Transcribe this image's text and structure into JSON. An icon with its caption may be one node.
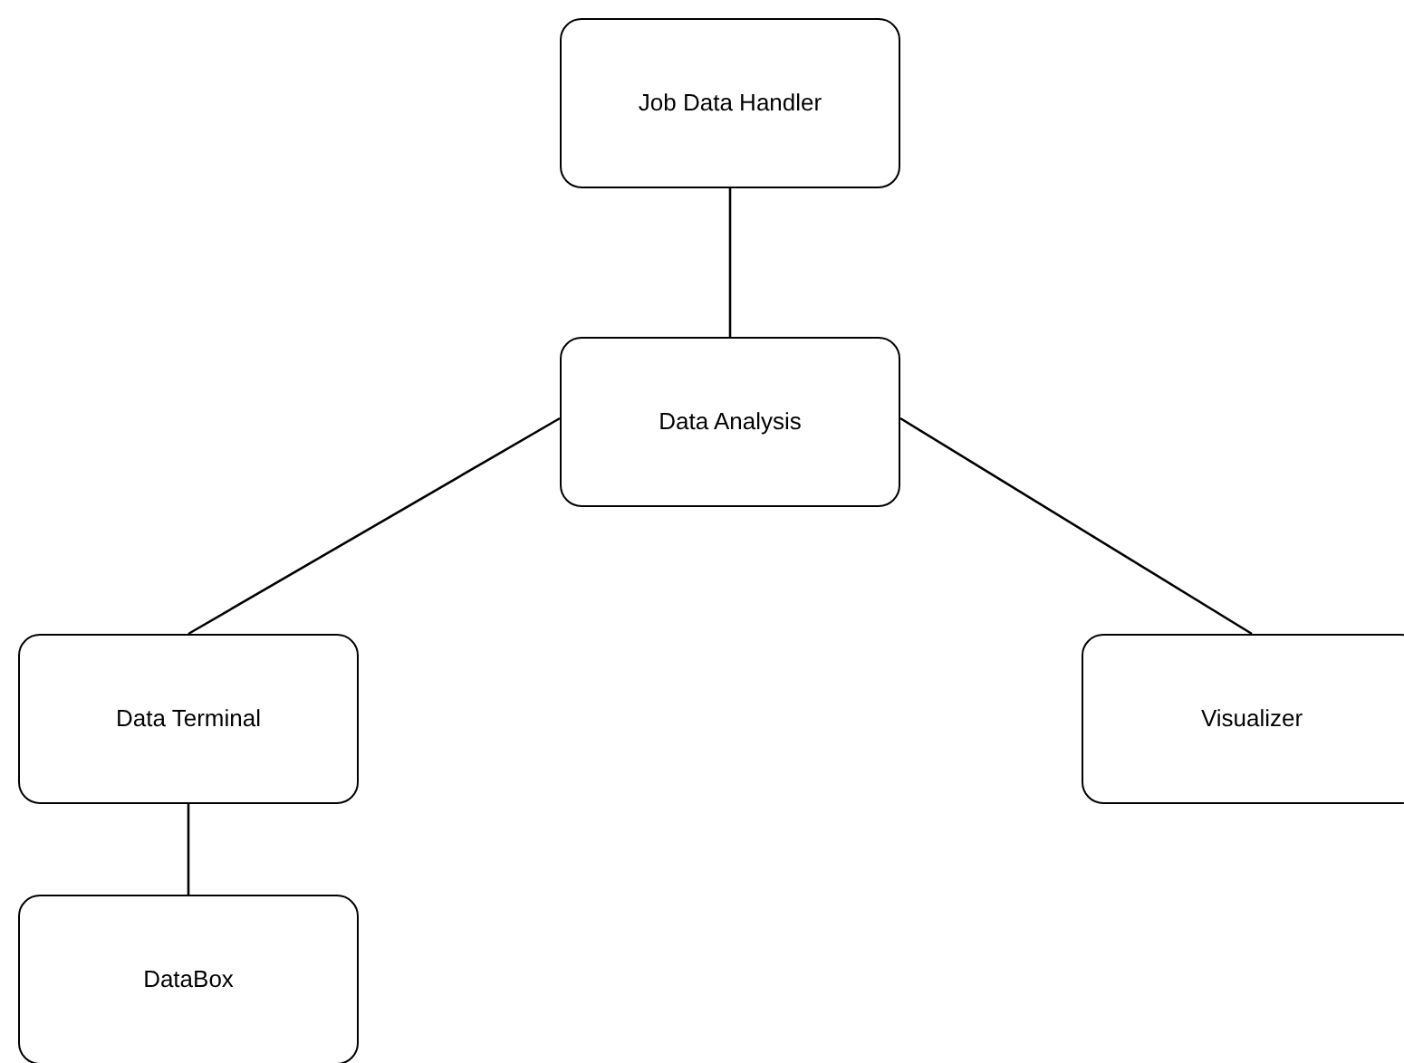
{
  "diagram": {
    "nodes": [
      {
        "text": [
          "Job Data Handler"
        ]
      },
      {
        "text": [
          "Data Analysis"
        ]
      },
      {
        "text": [
          "Data Terminal"
        ]
      },
      {
        "text": [
          "Visualizer"
        ]
      },
      {
        "text": [
          "DataBox"
        ]
      }
    ],
    "edges": [
      {
        "from": 0,
        "to": 1,
        "arrow": "none"
      },
      {
        "from": 1,
        "to": 2,
        "arrow": "none"
      },
      {
        "from": 1,
        "to": 3,
        "arrow": "none"
      },
      {
        "from": 2,
        "to": 4,
        "arrow": "none"
      }
    ]
  }
}
